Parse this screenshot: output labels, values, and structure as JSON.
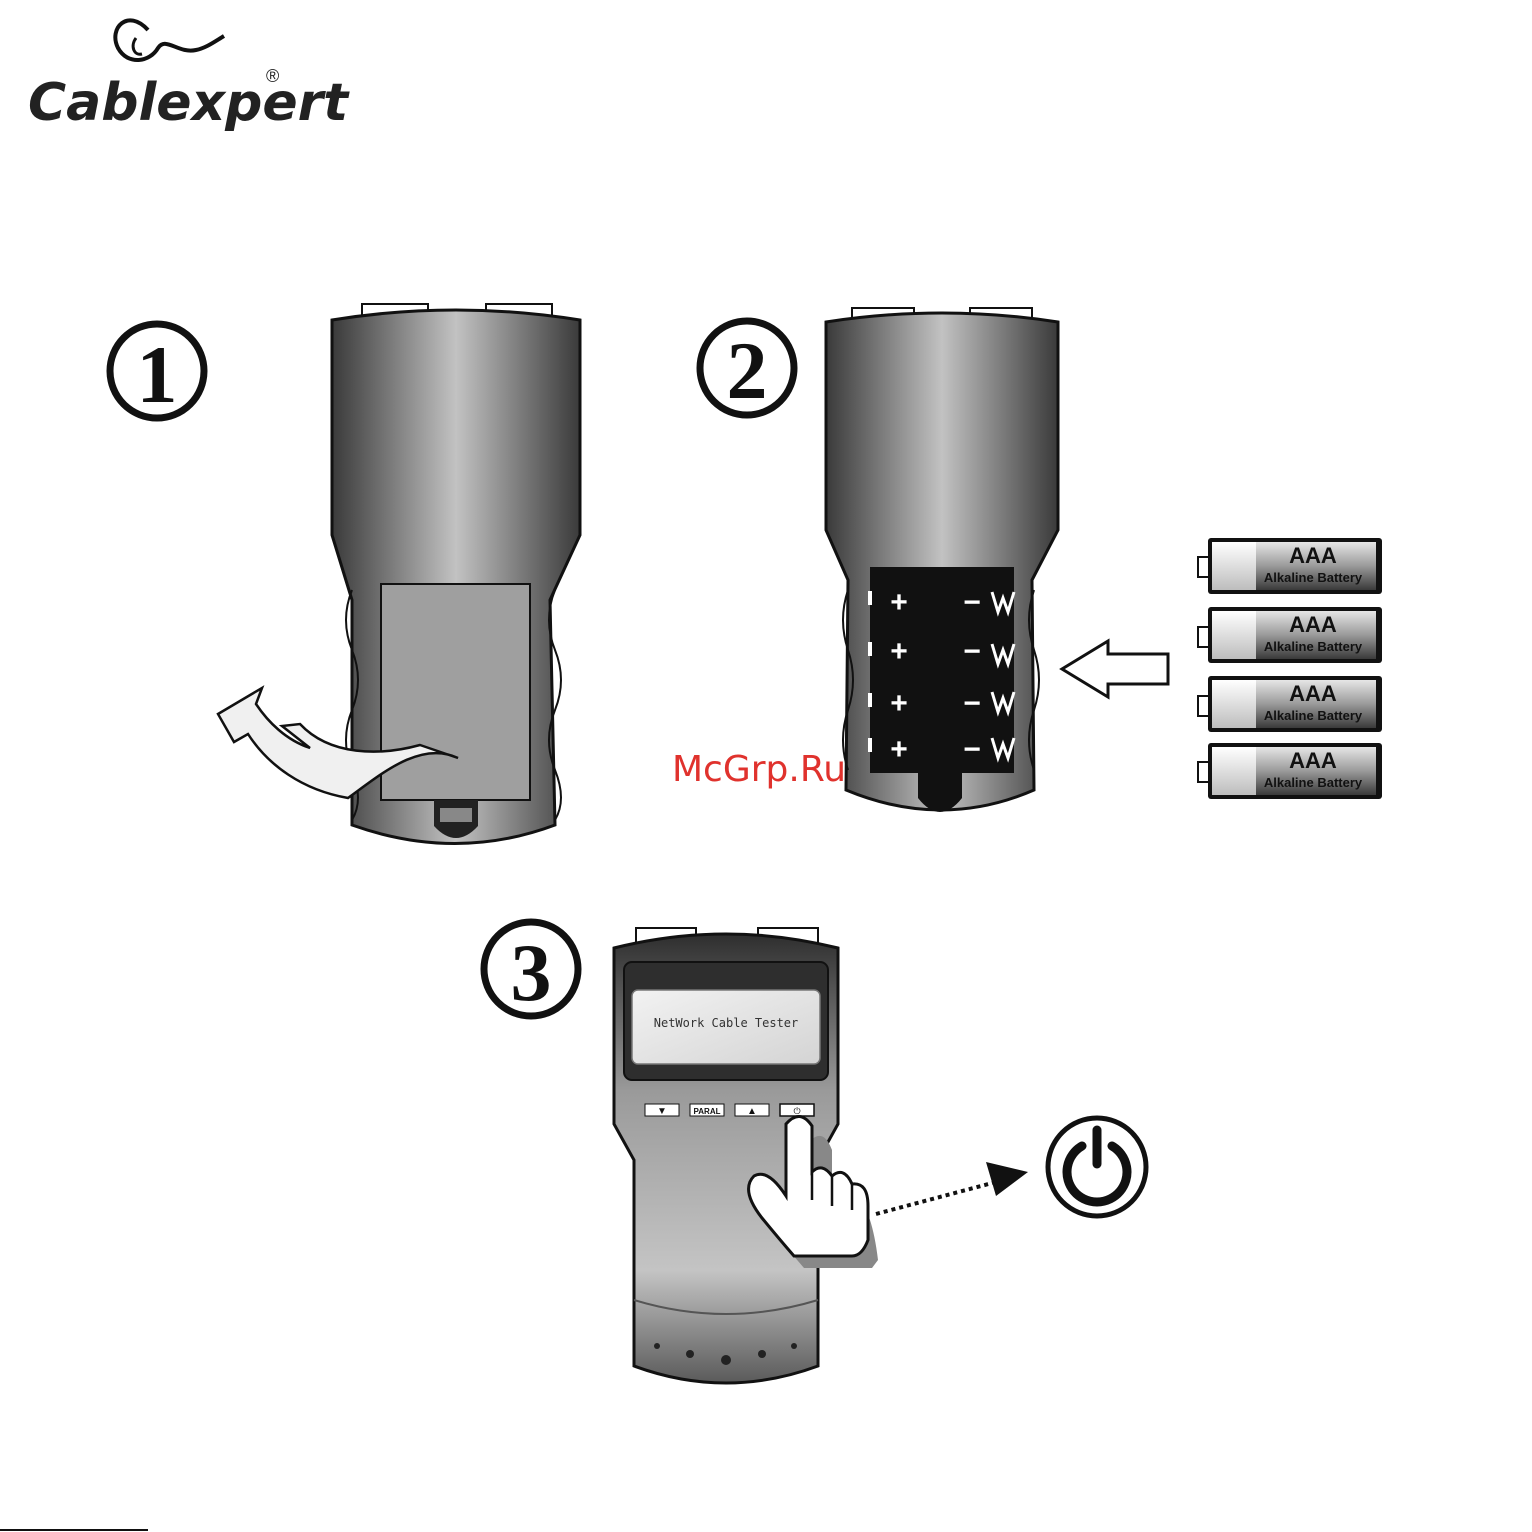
{
  "brand": {
    "name": "Cablexpert",
    "registered": "®"
  },
  "steps": [
    "1",
    "2",
    "3"
  ],
  "battery": {
    "size": "AAA",
    "type": "Alkaline Battery"
  },
  "compartment": {
    "plus": "+",
    "minus": "−"
  },
  "lcd": {
    "text": "NetWork Cable Tester"
  },
  "buttons": {
    "down": "▼",
    "param": "PARAL",
    "up": "▲",
    "power": "⏻"
  },
  "watermark": "McGrp.Ru",
  "colors": {
    "body_dark": "#3a3a3a",
    "body_light": "#bdbdbd",
    "watermark": "#e0322d"
  }
}
